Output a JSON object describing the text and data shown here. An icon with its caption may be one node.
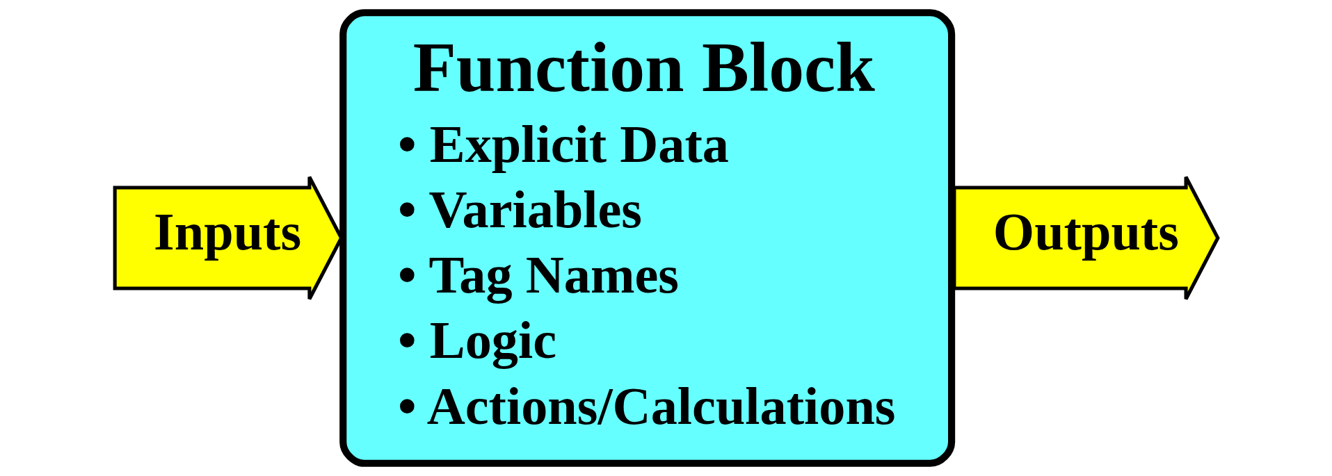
{
  "diagram": {
    "nodes": [
      {
        "text": [
          "Inputs"
        ]
      },
      {
        "text": [
          "Function Block",
          "• Explicit Data",
          "• Variables",
          "• Tag Names",
          "• Logic",
          "• Actions/Calculations"
        ]
      },
      {
        "text": [
          "Outputs"
        ]
      }
    ]
  }
}
